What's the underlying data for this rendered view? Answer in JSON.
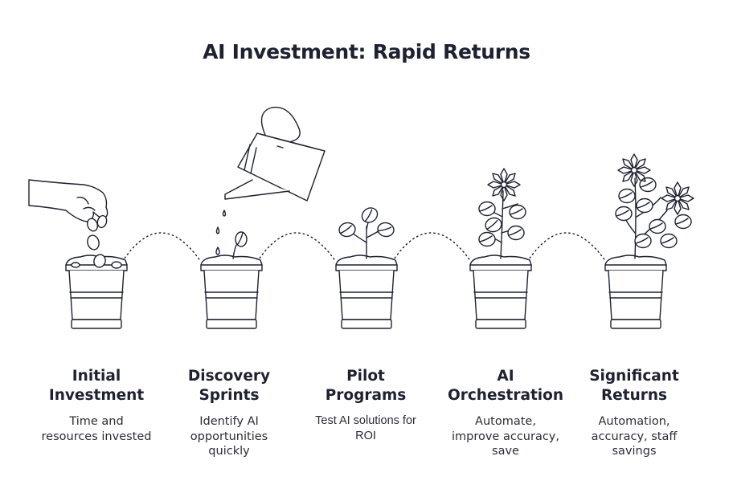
{
  "title": "AI Investment: Rapid Returns",
  "steps": [
    {
      "title": "Initial\nInvestment",
      "description": "Time and\nresources invested",
      "icon": "hand-planting-seeds-icon"
    },
    {
      "title": "Discovery\nSprints",
      "description": "Identify AI\nopportunities\nquickly",
      "icon": "watering-can-icon"
    },
    {
      "title": "Pilot\nPrograms",
      "description": "Test AI solutions for\nROI",
      "icon": "seedling-icon"
    },
    {
      "title": "AI\nOrchestration",
      "description": "Automate,\nimprove accuracy,\nsave",
      "icon": "flowering-plant-icon"
    },
    {
      "title": "Significant\nReturns",
      "description": "Automation,\naccuracy, staff\nsavings",
      "icon": "full-bloom-plant-icon"
    }
  ],
  "colors": {
    "ink": "#1e2130",
    "background": "#ffffff"
  }
}
